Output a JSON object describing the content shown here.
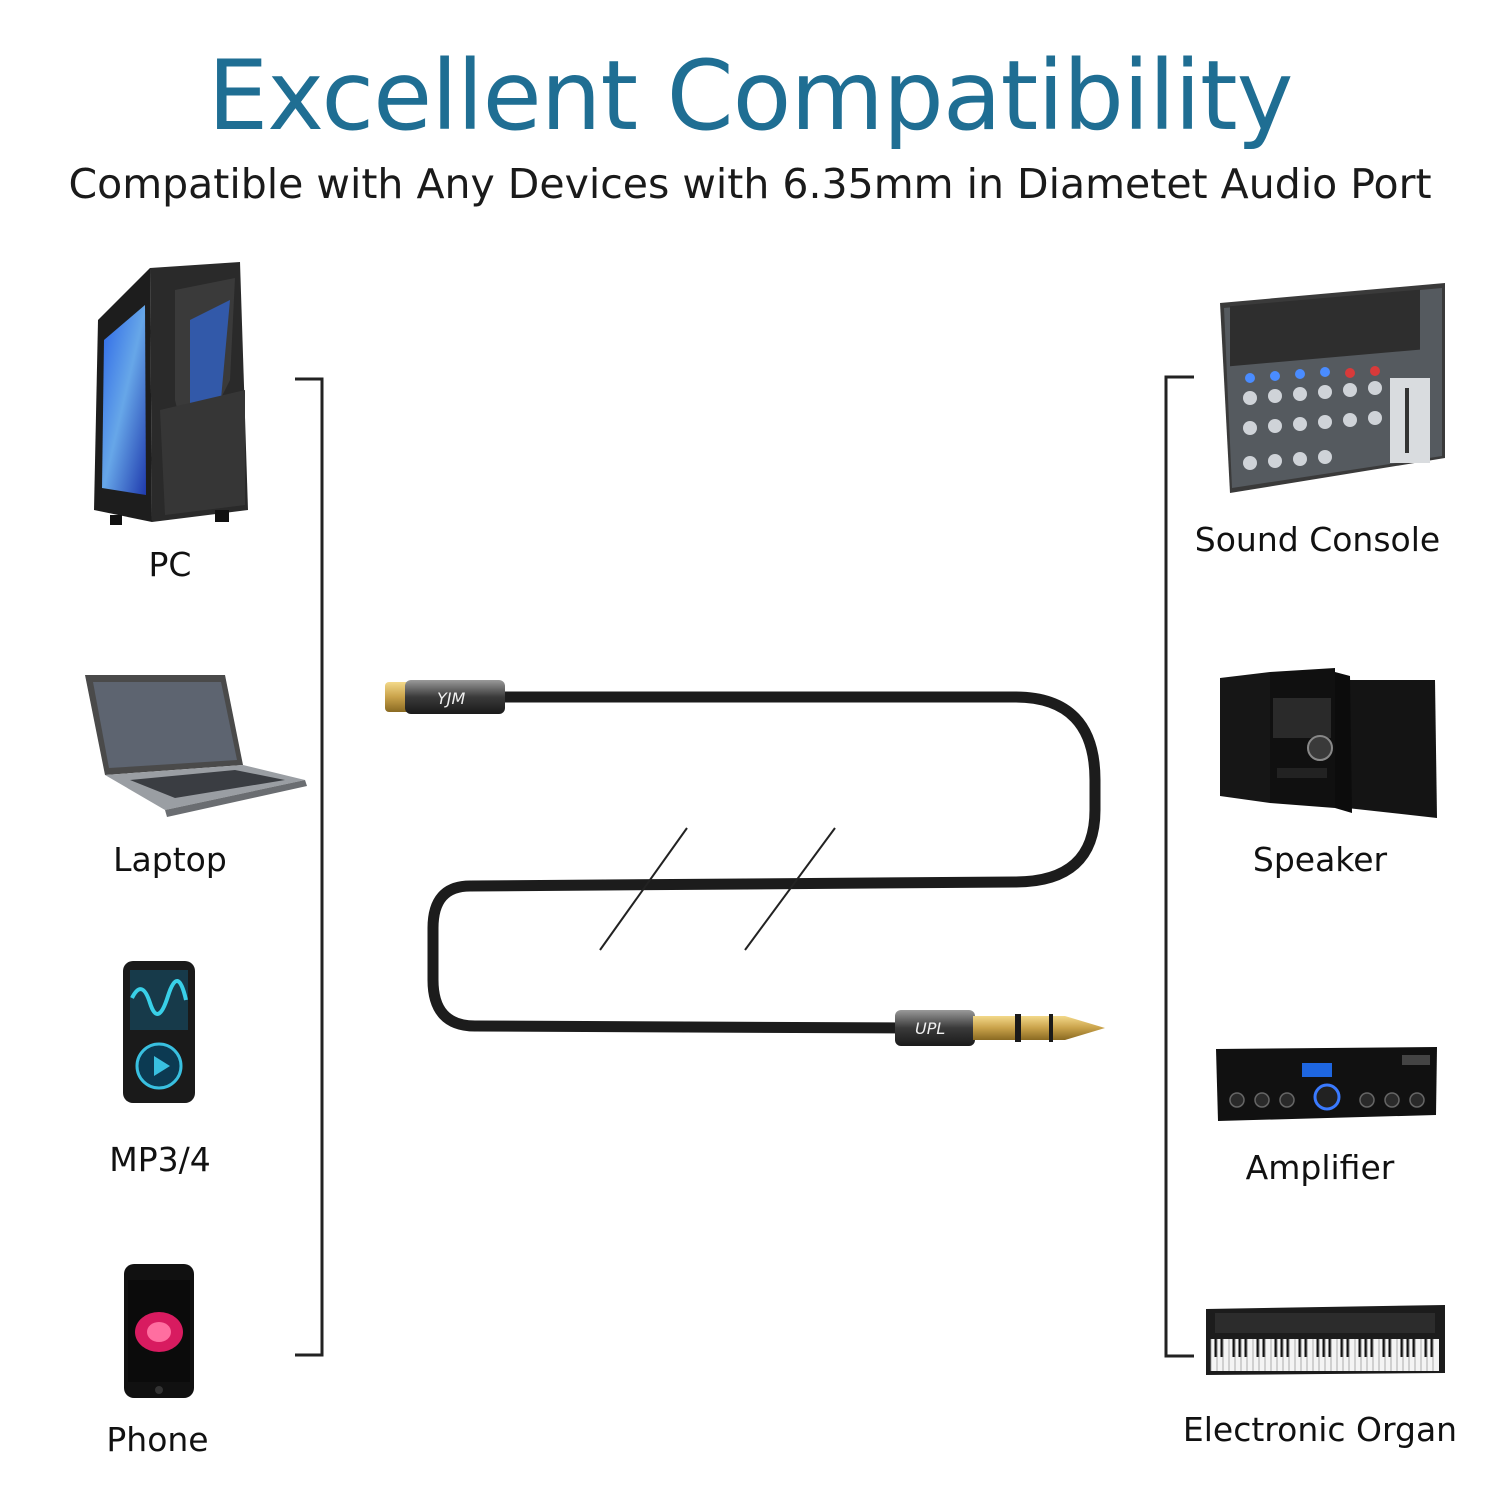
{
  "header": {
    "title": "Excellent Compatibility",
    "subtitle": "Compatible with Any Devices with 6.35mm in Diametet Audio Port"
  },
  "left_devices": [
    {
      "label": "PC",
      "icon": "pc-tower-icon"
    },
    {
      "label": "Laptop",
      "icon": "laptop-icon"
    },
    {
      "label": "MP3/4",
      "icon": "mp3-player-icon"
    },
    {
      "label": "Phone",
      "icon": "phone-icon"
    }
  ],
  "right_devices": [
    {
      "label": "Sound Console",
      "icon": "mixing-console-icon"
    },
    {
      "label": "Speaker",
      "icon": "speaker-system-icon"
    },
    {
      "label": "Amplifier",
      "icon": "amplifier-icon"
    },
    {
      "label": "Electronic Organ",
      "icon": "keyboard-icon"
    }
  ],
  "cable": {
    "female_brand_mark": "YJM",
    "male_brand_mark": "UPL"
  },
  "colors": {
    "title": "#1f6e93",
    "text": "#111111",
    "cable": "#1c1c1c",
    "gold": "#c9a24a"
  }
}
